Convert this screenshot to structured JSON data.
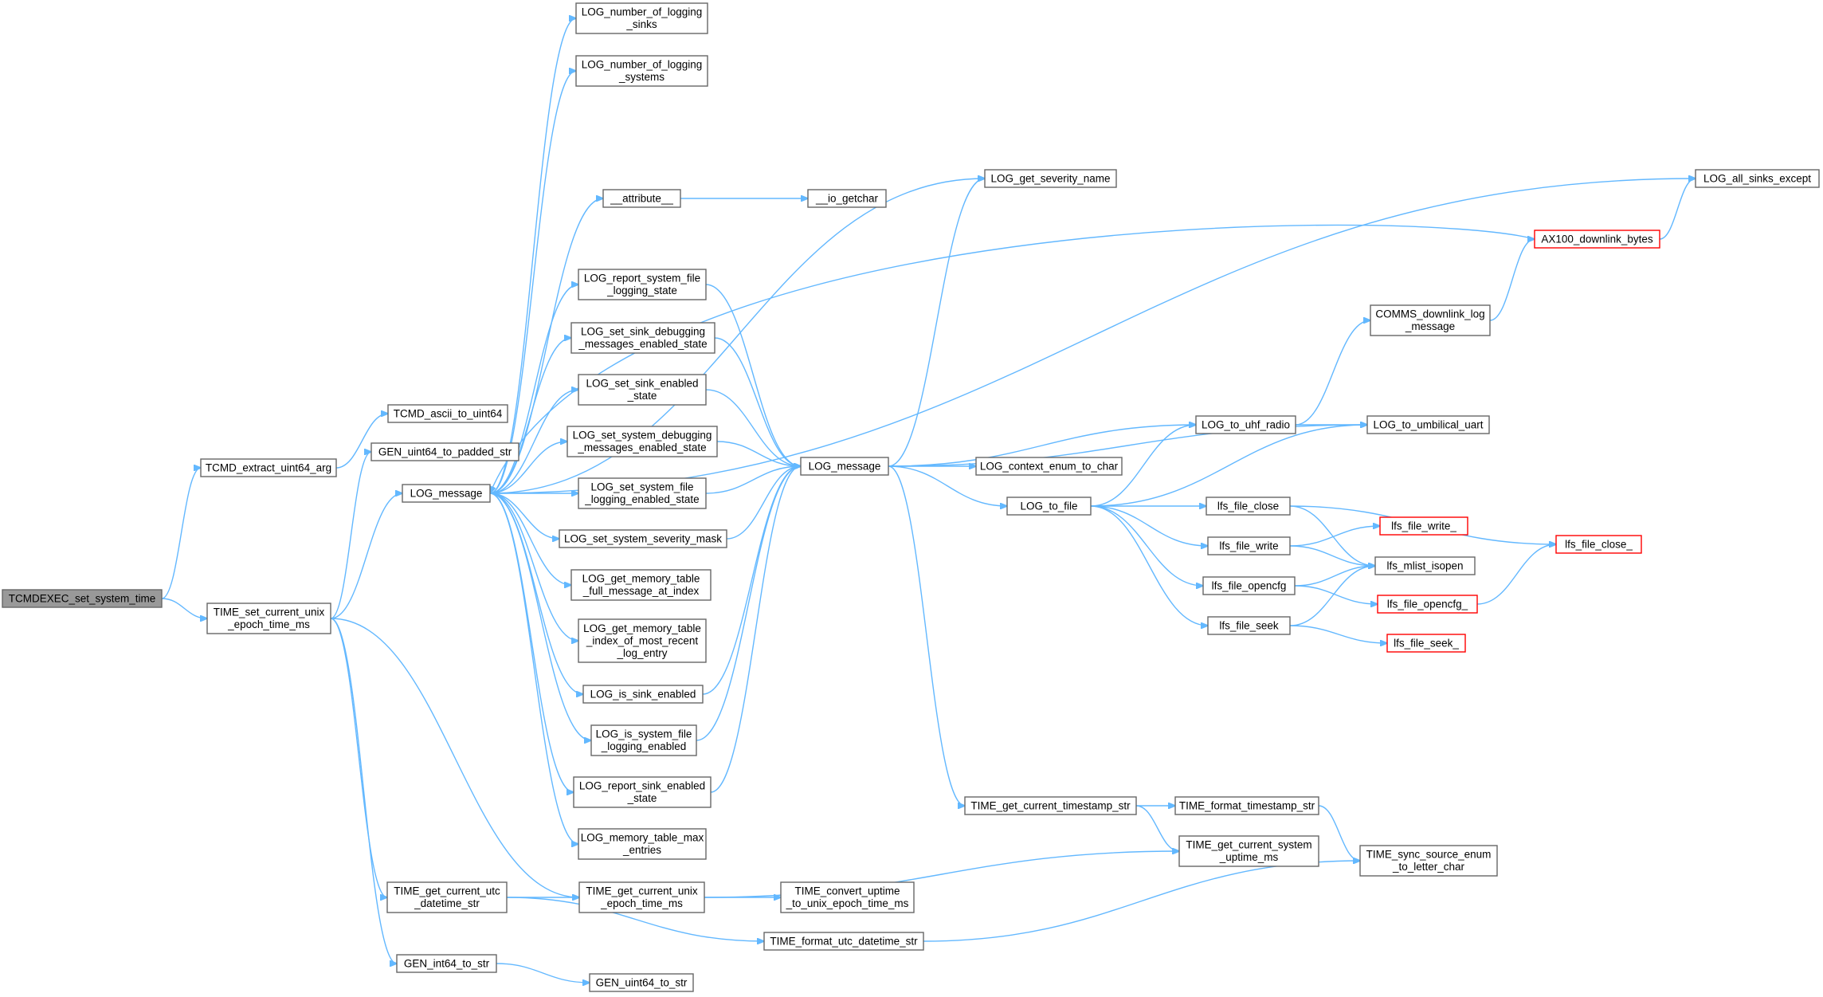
{
  "graph": {
    "edge_color": "#63b8ff",
    "node_border": "#666666",
    "root_fill": "#999999",
    "incomplete_border": "#ff0000",
    "nodes": [
      {
        "id": "root",
        "lines": [
          "TCMDEXEC_set_system_time"
        ],
        "style": "root"
      },
      {
        "id": "tcmd_extract",
        "lines": [
          "TCMD_extract_uint64_arg"
        ]
      },
      {
        "id": "tcmd_ascii",
        "lines": [
          "TCMD_ascii_to_uint64"
        ]
      },
      {
        "id": "time_set",
        "lines": [
          "TIME_set_current_unix",
          "_epoch_time_ms"
        ]
      },
      {
        "id": "gen_padded",
        "lines": [
          "GEN_uint64_to_padded_str"
        ]
      },
      {
        "id": "log_msg1",
        "lines": [
          "LOG_message"
        ]
      },
      {
        "id": "time_utc_str",
        "lines": [
          "TIME_get_current_utc",
          "_datetime_str"
        ]
      },
      {
        "id": "gen_int64",
        "lines": [
          "GEN_int64_to_str"
        ]
      },
      {
        "id": "gen_uint64",
        "lines": [
          "GEN_uint64_to_str"
        ]
      },
      {
        "id": "log_num_sinks",
        "lines": [
          "LOG_number_of_logging",
          "_sinks"
        ]
      },
      {
        "id": "log_num_systems",
        "lines": [
          "LOG_number_of_logging",
          "_systems"
        ]
      },
      {
        "id": "attribute",
        "lines": [
          "__attribute__"
        ]
      },
      {
        "id": "io_getchar",
        "lines": [
          "__io_getchar"
        ]
      },
      {
        "id": "log_report_sysfile",
        "lines": [
          "LOG_report_system_file",
          "_logging_state"
        ]
      },
      {
        "id": "log_set_sink_dbg",
        "lines": [
          "LOG_set_sink_debugging",
          "_messages_enabled_state"
        ]
      },
      {
        "id": "log_set_sink_en",
        "lines": [
          "LOG_set_sink_enabled",
          "_state"
        ]
      },
      {
        "id": "log_set_sys_dbg",
        "lines": [
          "LOG_set_system_debugging",
          "_messages_enabled_state"
        ]
      },
      {
        "id": "log_set_sys_file",
        "lines": [
          "LOG_set_system_file",
          "_logging_enabled_state"
        ]
      },
      {
        "id": "log_set_sev",
        "lines": [
          "LOG_set_system_severity_mask"
        ]
      },
      {
        "id": "log_mem_full",
        "lines": [
          "LOG_get_memory_table",
          "_full_message_at_index"
        ]
      },
      {
        "id": "log_mem_idx",
        "lines": [
          "LOG_get_memory_table",
          "_index_of_most_recent",
          "_log_entry"
        ]
      },
      {
        "id": "log_is_sink",
        "lines": [
          "LOG_is_sink_enabled"
        ]
      },
      {
        "id": "log_is_sysfile",
        "lines": [
          "LOG_is_system_file",
          "_logging_enabled"
        ]
      },
      {
        "id": "log_report_sink",
        "lines": [
          "LOG_report_sink_enabled",
          "_state"
        ]
      },
      {
        "id": "log_mem_max",
        "lines": [
          "LOG_memory_table_max",
          "_entries"
        ]
      },
      {
        "id": "time_get_unix",
        "lines": [
          "TIME_get_current_unix",
          "_epoch_time_ms"
        ]
      },
      {
        "id": "log_msg2",
        "lines": [
          "LOG_message"
        ]
      },
      {
        "id": "log_sev_name",
        "lines": [
          "LOG_get_severity_name"
        ]
      },
      {
        "id": "log_ctx",
        "lines": [
          "LOG_context_enum_to_char"
        ]
      },
      {
        "id": "log_to_file",
        "lines": [
          "LOG_to_file"
        ]
      },
      {
        "id": "time_ts_str",
        "lines": [
          "TIME_get_current_timestamp_str"
        ]
      },
      {
        "id": "time_conv",
        "lines": [
          "TIME_convert_uptime",
          "_to_unix_epoch_time_ms"
        ]
      },
      {
        "id": "time_fmt_utc",
        "lines": [
          "TIME_format_utc_datetime_str"
        ]
      },
      {
        "id": "time_fmt_ts",
        "lines": [
          "TIME_format_timestamp_str"
        ]
      },
      {
        "id": "time_uptime",
        "lines": [
          "TIME_get_current_system",
          "_uptime_ms"
        ]
      },
      {
        "id": "time_sync",
        "lines": [
          "TIME_sync_source_enum",
          "_to_letter_char"
        ]
      },
      {
        "id": "log_uhf",
        "lines": [
          "LOG_to_uhf_radio"
        ]
      },
      {
        "id": "log_umb",
        "lines": [
          "LOG_to_umbilical_uart"
        ]
      },
      {
        "id": "comms_dl",
        "lines": [
          "COMMS_downlink_log",
          "_message"
        ]
      },
      {
        "id": "ax100",
        "lines": [
          "AX100_downlink_bytes"
        ],
        "style": "red"
      },
      {
        "id": "log_all_sinks",
        "lines": [
          "LOG_all_sinks_except"
        ]
      },
      {
        "id": "lfs_close",
        "lines": [
          "lfs_file_close"
        ]
      },
      {
        "id": "lfs_write",
        "lines": [
          "lfs_file_write"
        ]
      },
      {
        "id": "lfs_opencfg",
        "lines": [
          "lfs_file_opencfg"
        ]
      },
      {
        "id": "lfs_seek",
        "lines": [
          "lfs_file_seek"
        ]
      },
      {
        "id": "lfs_write_",
        "lines": [
          "lfs_file_write_"
        ],
        "style": "red"
      },
      {
        "id": "lfs_mlist",
        "lines": [
          "lfs_mlist_isopen"
        ]
      },
      {
        "id": "lfs_opencfg_",
        "lines": [
          "lfs_file_opencfg_"
        ],
        "style": "red"
      },
      {
        "id": "lfs_seek_",
        "lines": [
          "lfs_file_seek_"
        ],
        "style": "red"
      },
      {
        "id": "lfs_close_",
        "lines": [
          "lfs_file_close_"
        ],
        "style": "red"
      }
    ],
    "edges": [
      [
        "root",
        "tcmd_extract"
      ],
      [
        "root",
        "time_set"
      ],
      [
        "tcmd_extract",
        "tcmd_ascii"
      ],
      [
        "time_set",
        "gen_padded"
      ],
      [
        "time_set",
        "log_msg1"
      ],
      [
        "time_set",
        "time_utc_str"
      ],
      [
        "time_set",
        "gen_int64"
      ],
      [
        "time_set",
        "time_get_unix"
      ],
      [
        "log_msg1",
        "log_num_sinks"
      ],
      [
        "log_msg1",
        "log_num_systems"
      ],
      [
        "log_msg1",
        "log_all_sinks"
      ],
      [
        "log_msg1",
        "log_sev_name"
      ],
      [
        "log_msg1",
        "attribute"
      ],
      [
        "log_msg1",
        "log_report_sysfile"
      ],
      [
        "log_msg1",
        "log_set_sink_dbg"
      ],
      [
        "log_msg1",
        "log_set_sink_en"
      ],
      [
        "log_msg1",
        "log_set_sys_dbg"
      ],
      [
        "log_msg1",
        "log_set_sys_file"
      ],
      [
        "log_msg1",
        "log_set_sev"
      ],
      [
        "log_msg1",
        "log_mem_full"
      ],
      [
        "log_msg1",
        "log_mem_idx"
      ],
      [
        "log_msg1",
        "log_is_sink"
      ],
      [
        "log_msg1",
        "log_is_sysfile"
      ],
      [
        "log_msg1",
        "log_report_sink"
      ],
      [
        "log_msg1",
        "log_mem_max"
      ],
      [
        "ax100",
        "log_msg1"
      ],
      [
        "attribute",
        "io_getchar"
      ],
      [
        "log_report_sysfile",
        "log_msg2"
      ],
      [
        "log_set_sink_dbg",
        "log_msg2"
      ],
      [
        "log_set_sink_en",
        "log_msg2"
      ],
      [
        "log_set_sys_dbg",
        "log_msg2"
      ],
      [
        "log_set_sys_file",
        "log_msg2"
      ],
      [
        "log_set_sev",
        "log_msg2"
      ],
      [
        "log_is_sink",
        "log_msg2"
      ],
      [
        "log_is_sysfile",
        "log_msg2"
      ],
      [
        "log_report_sink",
        "log_msg2"
      ],
      [
        "time_utc_str",
        "time_get_unix"
      ],
      [
        "time_utc_str",
        "time_fmt_utc"
      ],
      [
        "gen_int64",
        "gen_uint64"
      ],
      [
        "time_get_unix",
        "time_conv"
      ],
      [
        "time_get_unix",
        "time_uptime"
      ],
      [
        "log_msg2",
        "log_sev_name"
      ],
      [
        "log_msg2",
        "log_ctx"
      ],
      [
        "log_msg2",
        "log_to_file"
      ],
      [
        "log_msg2",
        "time_ts_str"
      ],
      [
        "log_msg2",
        "log_uhf"
      ],
      [
        "log_msg2",
        "log_umb"
      ],
      [
        "time_ts_str",
        "time_fmt_ts"
      ],
      [
        "time_ts_str",
        "time_uptime"
      ],
      [
        "time_fmt_ts",
        "time_sync"
      ],
      [
        "time_fmt_utc",
        "time_sync"
      ],
      [
        "log_to_file",
        "log_uhf"
      ],
      [
        "log_to_file",
        "log_umb"
      ],
      [
        "log_to_file",
        "lfs_close"
      ],
      [
        "log_to_file",
        "lfs_write"
      ],
      [
        "log_to_file",
        "lfs_opencfg"
      ],
      [
        "log_to_file",
        "lfs_seek"
      ],
      [
        "log_uhf",
        "log_umb"
      ],
      [
        "log_uhf",
        "comms_dl"
      ],
      [
        "comms_dl",
        "ax100"
      ],
      [
        "ax100",
        "log_all_sinks"
      ],
      [
        "lfs_close",
        "lfs_close_"
      ],
      [
        "lfs_close",
        "lfs_mlist"
      ],
      [
        "lfs_write",
        "lfs_write_"
      ],
      [
        "lfs_write",
        "lfs_mlist"
      ],
      [
        "lfs_opencfg",
        "lfs_mlist"
      ],
      [
        "lfs_opencfg",
        "lfs_opencfg_"
      ],
      [
        "lfs_seek",
        "lfs_mlist"
      ],
      [
        "lfs_seek",
        "lfs_seek_"
      ],
      [
        "lfs_opencfg_",
        "lfs_close_"
      ]
    ]
  }
}
